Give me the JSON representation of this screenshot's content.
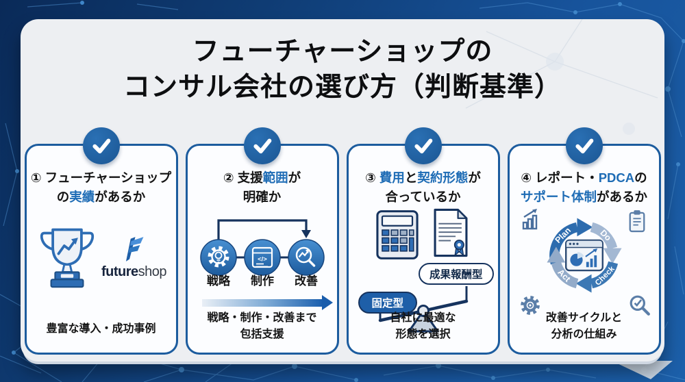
{
  "colors": {
    "accent_blue": "#1e6cb5",
    "card_border": "#1c5c9e",
    "navy": "#16335e",
    "bg_dark": "#0a2a58",
    "bg_light": "#1c60aa",
    "panel": "#edeff2",
    "badge": "#1e5f9f"
  },
  "title": {
    "line1": "フューチャーショップの",
    "line2": "コンサル会社の選び方（判断基準）"
  },
  "cards": [
    {
      "heading": {
        "l1": [
          {
            "t": "① フューチャーショップ"
          }
        ],
        "l2": [
          {
            "t": "の"
          },
          {
            "t": "実績"
          },
          {
            "t": "があるか"
          }
        ]
      },
      "icons": [
        "check-icon",
        "trophy-growth-icon",
        "futureshop-logo-mark"
      ],
      "logo": {
        "word_bold": "future",
        "word_light": "shop"
      },
      "caption": [
        "豊富な導入・成功事例"
      ]
    },
    {
      "heading": {
        "l1": [
          {
            "t": "② 支援"
          },
          {
            "t": "範囲"
          },
          {
            "t": "が"
          }
        ],
        "l2": [
          {
            "t": "明確か"
          }
        ]
      },
      "icons": [
        "check-icon",
        "gear-bulb-icon",
        "code-window-icon",
        "magnifier-chart-icon",
        "loop-arrow-icon",
        "gradient-arrow-icon"
      ],
      "flow": {
        "steps": [
          {
            "label": "戦略"
          },
          {
            "label": "制作"
          },
          {
            "label": "改善"
          }
        ]
      },
      "caption": [
        "戦略・制作・改善まで",
        "包括支援"
      ]
    },
    {
      "heading": {
        "l1": [
          {
            "t": "③ "
          },
          {
            "t": "費用"
          },
          {
            "t": "と"
          },
          {
            "t": "契約形態"
          },
          {
            "t": "が"
          }
        ],
        "l2": [
          {
            "t": "合っているか"
          }
        ]
      },
      "icons": [
        "check-icon",
        "calculator-icon",
        "contract-document-icon",
        "balance-scale-icon"
      ],
      "scale": {
        "left_label": "固定型",
        "right_label": "成果報酬型"
      },
      "caption": [
        "自社に最適な",
        "形態を選択"
      ]
    },
    {
      "heading": {
        "l1": [
          {
            "t": "④ レポート・"
          },
          {
            "t": "PDCA"
          },
          {
            "t": "の"
          }
        ],
        "l2": [
          {
            "t": "サポート体制"
          },
          {
            "t": "があるか"
          }
        ]
      },
      "icons": [
        "check-icon",
        "growth-chart-icon",
        "clipboard-icon",
        "gear-icon",
        "magnifier-check-icon",
        "pdca-cycle-icon",
        "dashboard-window-icon"
      ],
      "pdca": {
        "labels": [
          "Plan",
          "Do",
          "Check",
          "Act"
        ]
      },
      "caption": [
        "改善サイクルと",
        "分析の仕組み"
      ]
    }
  ]
}
